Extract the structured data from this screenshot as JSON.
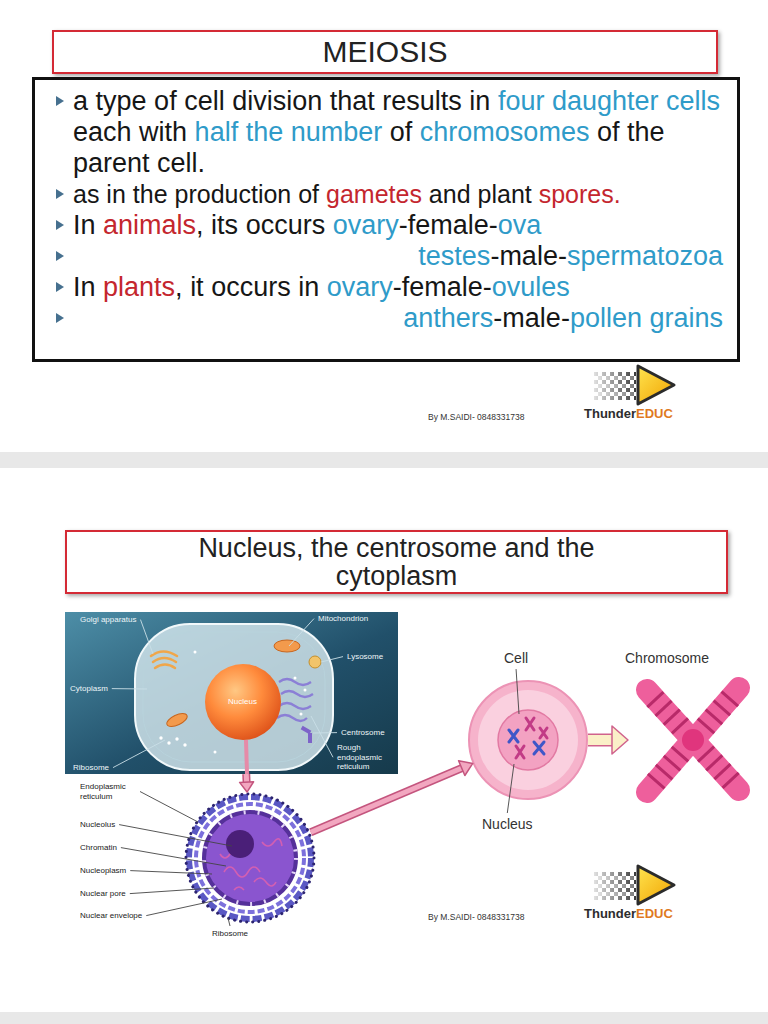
{
  "diagram": {
    "nodes": [
      {
        "text": [
          "MEIOSIS"
        ]
      },
      {
        "text": [
          "a type of cell division that results in four daughter cells each with half the number of chromosomes of the parent cell.",
          "as in the production of gametes and plant spores.",
          "In animals, its occurs ovary-female-ova",
          "testes-male-spermatozoa",
          "In plants, it occurs in ovary-female-ovules",
          "anthers-male-pollen grains"
        ]
      },
      {
        "text": [
          "Nucleus, the centrosome and the cytoplasm"
        ]
      },
      {
        "text": [
          "Golgi apparatus",
          "Mitochondrion",
          "Lysosome",
          "Cytoplasm",
          "Nucleus",
          "Centrosome",
          "Rough endoplasmic reticulum",
          "Ribosome"
        ]
      },
      {
        "text": [
          "Endoplasmic reticulum",
          "Nucleolus",
          "Chromatin",
          "Nucleoplasm",
          "Nuclear pore",
          "Nuclear envelope",
          "Ribosome"
        ]
      },
      {
        "text": [
          "Cell",
          "Nucleus"
        ]
      },
      {
        "text": [
          "Chromosome"
        ]
      }
    ],
    "edges": [
      {
        "from": 3,
        "to": 4,
        "arrow": "to"
      },
      {
        "from": 4,
        "to": 5,
        "arrow": "to"
      },
      {
        "from": 5,
        "to": 6,
        "arrow": "to"
      }
    ],
    "labels": [
      "By M.SAIDI- 0848331738",
      "ThunderEDUC",
      "By M.SAIDI- 0848331738",
      "ThunderEDUC"
    ]
  }
}
